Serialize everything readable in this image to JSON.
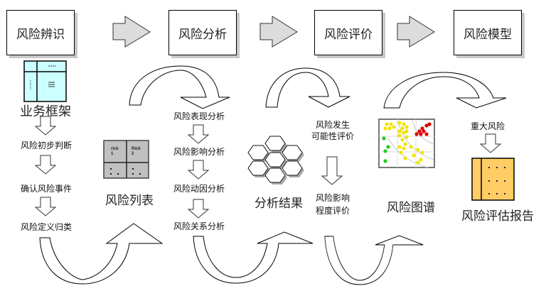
{
  "stages": [
    {
      "label": "风险辨识"
    },
    {
      "label": "风险分析"
    },
    {
      "label": "风险评价"
    },
    {
      "label": "风险模型"
    }
  ],
  "identification": {
    "icon_label": "业务框架",
    "steps": [
      "风险初步判断",
      "确认风险事件",
      "风险定义归类"
    ]
  },
  "risk_list": {
    "label": "风险列表",
    "cells": [
      "rick\n1",
      "Rick\n2"
    ]
  },
  "analysis": {
    "steps": [
      "风险表现分析",
      "风险影响分析",
      "风险动因分析",
      "风险关系分析"
    ],
    "result_label": "分析结果"
  },
  "evaluation": {
    "steps": [
      "风险发生\n可能性评价",
      "风险影响\n程度评价"
    ],
    "map_label": "风险图谱"
  },
  "model": {
    "major_risk_label": "重大风险",
    "report_label": "风险评估报告"
  },
  "colors": {
    "arrow_fill": "#dcdcdc",
    "framework_fill": "#ccffff",
    "risk_list_fill": "#c0c0c0",
    "report_fill": "#ffcc66",
    "map_red": "#e00000",
    "map_yellow": "#f2e600",
    "map_green": "#22cc22"
  }
}
